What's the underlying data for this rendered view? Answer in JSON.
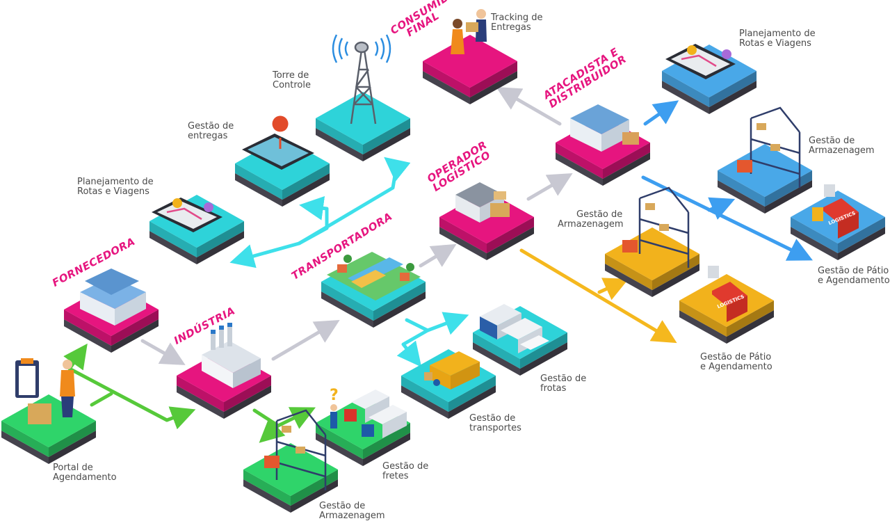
{
  "stages": {
    "fornecedora": "FORNECEDORA",
    "industria": "INDÚSTRIA",
    "transportadora": "TRANSPORTADORA",
    "operador_l1": "OPERADOR",
    "operador_l2": "LOGÍSTICO",
    "atacadista_l1": "ATACADISTA E",
    "atacadista_l2": "DISTRIBUIDOR",
    "consumidor_l1": "CONSUMIDOR",
    "consumidor_l2": "FINAL"
  },
  "labels": {
    "portal": [
      "Portal de",
      "Agendamento"
    ],
    "armazenagem_bottom": [
      "Gestão de",
      "Armazenagem"
    ],
    "fretes": [
      "Gestão de",
      "fretes"
    ],
    "transportes": [
      "Gestão de",
      "transportes"
    ],
    "frotas": [
      "Gestão de",
      "frotas"
    ],
    "armazenagem_mid": [
      "Gestão de",
      "Armazenagem"
    ],
    "patio_mid": [
      "Gestão de Pátio",
      "e Agendamento"
    ],
    "planejamento_left": [
      "Planejamento de",
      "Rotas e Viagens"
    ],
    "entregas": [
      "Gestão de",
      "entregas"
    ],
    "torre": [
      "Torre de",
      "Controle"
    ],
    "tracking": [
      "Tracking de",
      "Entregas"
    ],
    "planejamento_right": [
      "Planejamento de",
      "Rotas e Viagens"
    ],
    "armazenagem_right": [
      "Gestão de",
      "Armazenagem"
    ],
    "patio_right": [
      "Gestão de Pátio",
      "e Agendamento"
    ]
  },
  "truck_text": "LOGISTICS",
  "colors": {
    "pink": "#e6157f",
    "cyan": "#2ed3d9",
    "green": "#2fd46a",
    "orange": "#f2b21c",
    "blue": "#49a8e8",
    "arrow_gray": "#c8c8d2",
    "arrow_green": "#56c93a",
    "arrow_cyan": "#3ee0ea",
    "arrow_orange": "#f5b81e",
    "arrow_blue": "#3d9ef0",
    "base_dark": "#45434d"
  }
}
